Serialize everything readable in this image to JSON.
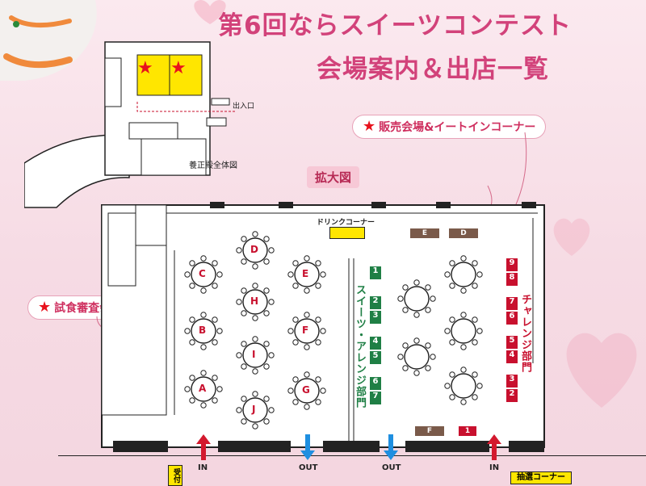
{
  "title": {
    "line1": "第6回ならスイーツコンテスト",
    "line2": "会場案内＆出店一覧"
  },
  "callouts": {
    "sales": "販売会場&イートインコーナー",
    "tasting": "試食審査会場",
    "zoom": "拡大図"
  },
  "minimap": {
    "caption": "養正殿全体図",
    "entrance": "出入口"
  },
  "labels": {
    "drink_corner": "ドリンクコーナー",
    "sweets_arrange": "スイーツ・アレンジ部門",
    "challenge": "チャレンジ部門",
    "reception": "受付",
    "lottery": "抽選コーナー",
    "in1": "IN",
    "in2": "IN",
    "out1": "OUT",
    "out2": "OUT"
  },
  "tables": [
    {
      "letter": "D"
    },
    {
      "letter": "C"
    },
    {
      "letter": "E"
    },
    {
      "letter": "H"
    },
    {
      "letter": "B"
    },
    {
      "letter": "F"
    },
    {
      "letter": "I"
    },
    {
      "letter": "A"
    },
    {
      "letter": "G"
    },
    {
      "letter": "J"
    }
  ],
  "green_booths": [
    "1",
    "2",
    "3",
    "4",
    "5",
    "6",
    "7"
  ],
  "red_booths": [
    "9",
    "8",
    "7",
    "6",
    "5",
    "4",
    "3",
    "2",
    "1"
  ],
  "brown_booths": [
    "E",
    "D",
    "F"
  ],
  "colors": {
    "title": "#d2427a",
    "green": "#1f7f45",
    "red": "#c8102e",
    "brown": "#7a5a4a",
    "yellow": "#ffe600"
  }
}
